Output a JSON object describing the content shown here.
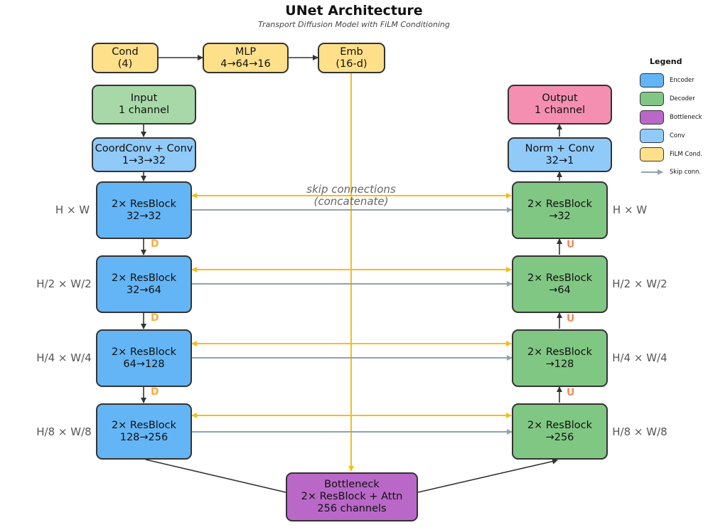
{
  "title": "UNet Architecture",
  "subtitle": "Transport Diffusion Model with FiLM Conditioning",
  "nodes": {
    "cond": "Cond\n(4)",
    "mlp": "MLP\n4→64→16",
    "emb": "Emb\n(16-d)",
    "input": "Input\n1 channel",
    "coordconv": "CoordConv + Conv\n1→3→32",
    "enc1": "2× ResBlock\n32→32",
    "enc2": "2× ResBlock\n32→64",
    "enc3": "2× ResBlock\n64→128",
    "enc4": "2× ResBlock\n128→256",
    "bottleneck": "Bottleneck\n2× ResBlock + Attn\n256 channels",
    "dec4": "2× ResBlock\n→256",
    "dec3": "2× ResBlock\n→128",
    "dec2": "2× ResBlock\n→64",
    "dec1": "2× ResBlock\n→32",
    "normconv": "Norm + Conv\n32→1",
    "output": "Output\n1 channel"
  },
  "resolutions": [
    "H × W",
    "H/2 × W/2",
    "H/4 × W/4",
    "H/8 × W/8"
  ],
  "down_label": "D",
  "up_label": "U",
  "skip_label": "skip connections\n(concatenate)",
  "legend": {
    "title": "Legend",
    "items": [
      {
        "label": "Encoder",
        "color": "#64b5f6"
      },
      {
        "label": "Decoder",
        "color": "#81c784"
      },
      {
        "label": "Bottleneck",
        "color": "#ba68c8"
      },
      {
        "label": "Conv",
        "color": "#90caf9"
      },
      {
        "label": "FiLM Cond.",
        "color": "#ffe08a"
      },
      {
        "label": "Skip conn.",
        "color": "#90a4ae"
      }
    ]
  },
  "colors": {
    "film_line": "#f5bd1f",
    "skip_line": "#90a4ae",
    "flow_line": "#333333"
  }
}
